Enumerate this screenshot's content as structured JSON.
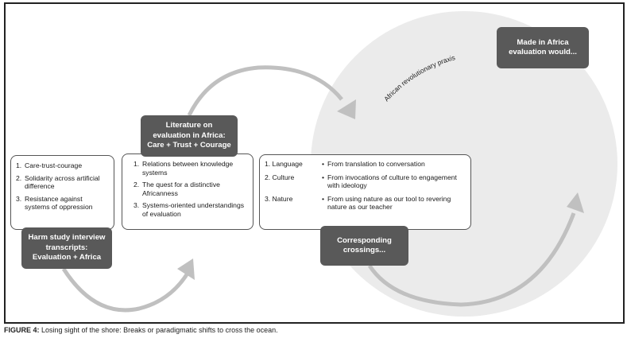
{
  "figure": {
    "caption_label": "FIGURE 4:",
    "caption_text": " Losing sight of the shore: Breaks or paradigmatic shifts to cross the ocean."
  },
  "colors": {
    "dark_box": "#595959",
    "circle": "#ebebeb",
    "arrow": "#c0c0c0",
    "frame": "#222222"
  },
  "circle_label": "African revolutionary praxis",
  "nodes": {
    "harm_study": {
      "title_lines": [
        "Harm study interview",
        "transcripts:",
        "Evaluation + Africa"
      ],
      "items": [
        {
          "num": "1.",
          "text": "Care-trust-courage"
        },
        {
          "num": "2.",
          "text": "Solidarity across artificial difference"
        },
        {
          "num": "3.",
          "text": "Resistance against systems of oppression"
        }
      ]
    },
    "literature": {
      "title_lines": [
        "Literature on",
        "evaluation in Africa:",
        "Care + Trust + Courage"
      ],
      "items": [
        {
          "num": "1.",
          "text": "Relations between knowledge systems"
        },
        {
          "num": "2.",
          "text": "The quest for a distinctive Africanness"
        },
        {
          "num": "3.",
          "text": "Systems-oriented understandings of evaluation"
        }
      ]
    },
    "crossings": {
      "title_lines": [
        "Corresponding",
        "crossings..."
      ],
      "rows": [
        {
          "category": "1. Language",
          "bullet": "•",
          "text": "From translation to conversation"
        },
        {
          "category": "2. Culture",
          "bullet": "•",
          "text": "From invocations of culture to engagement with ideology"
        },
        {
          "category": "3. Nature",
          "bullet": "•",
          "text": "From using nature as our tool to revering nature as our teacher"
        }
      ]
    },
    "made_in_africa": {
      "title_lines": [
        "Made in Africa",
        "evaluation would..."
      ]
    }
  }
}
